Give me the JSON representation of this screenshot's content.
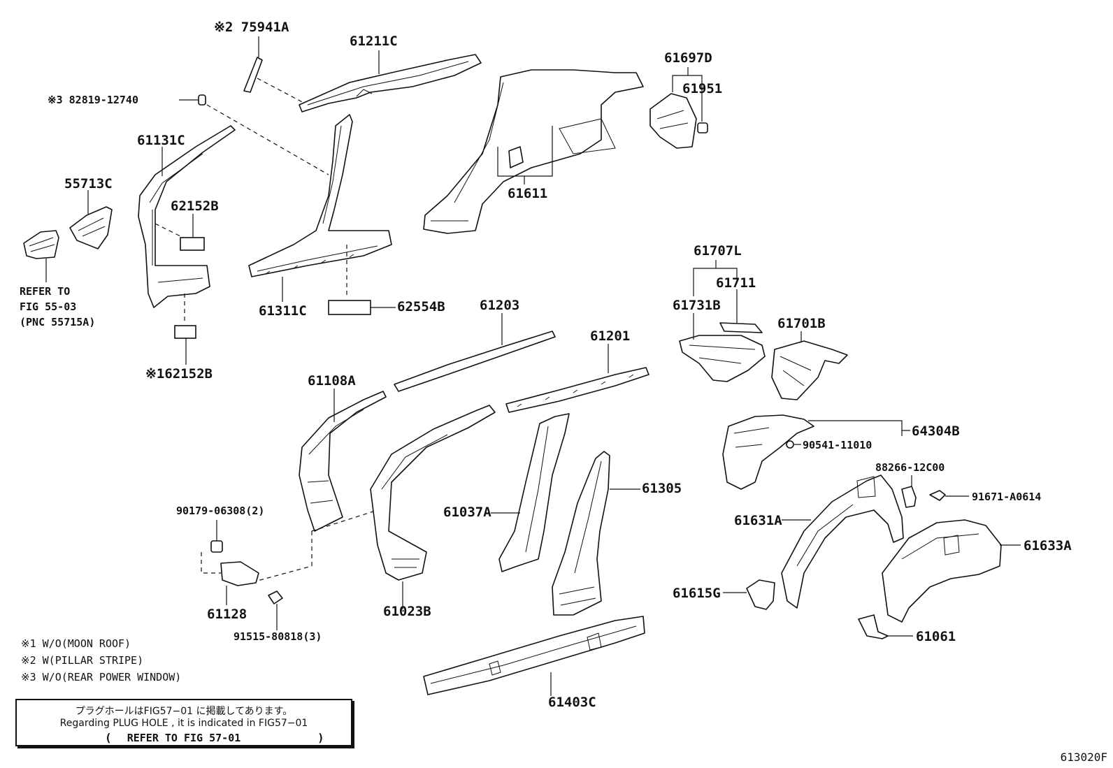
{
  "labels": {
    "p75941a": "※2 75941A",
    "p61211c": "61211C",
    "p82819": "※3 82819-12740",
    "p61131c": "61131C",
    "p55713c": "55713C",
    "p62152b": "62152B",
    "refer1": "REFER TO",
    "refer2": "FIG 55-03",
    "refer3": "(PNC 55715A)",
    "p62152b_1": "※162152B",
    "p61311c": "61311C",
    "p62554b": "62554B",
    "p61611": "61611",
    "p61697d": "61697D",
    "p61951": "61951",
    "p61707l": "61707L",
    "p61711": "61711",
    "p61731b": "61731B",
    "p61701b": "61701B",
    "p61203": "61203",
    "p61201": "61201",
    "p61108a": "61108A",
    "p64304b": "64304B",
    "p90541": "90541-11010",
    "p88266": "88266-12C00",
    "p91671": "91671-A0614",
    "p90179": "90179-06308(2)",
    "p61305": "61305",
    "p61037a": "61037A",
    "p61631a": "61631A",
    "p61633a": "61633A",
    "p61128": "61128",
    "p61023b": "61023B",
    "p61615g": "61615G",
    "p91515": "91515-80818(3)",
    "p61061": "61061",
    "p61403c": "61403C"
  },
  "footnotes": [
    "※1 W/O(MOON ROOF)",
    "※2 W(PILLAR STRIPE)",
    "※3 W/O(REAR POWER WINDOW)"
  ],
  "note_box": {
    "jp": "プラグホールはFIG57−01 に掲載してあります。",
    "en": "Regarding PLUG HOLE , it is indicated in FIG57−01",
    "paren_open": "(",
    "ref": "REFER TO FIG 57-01",
    "paren_close": ")"
  },
  "figure_code": "613020F"
}
